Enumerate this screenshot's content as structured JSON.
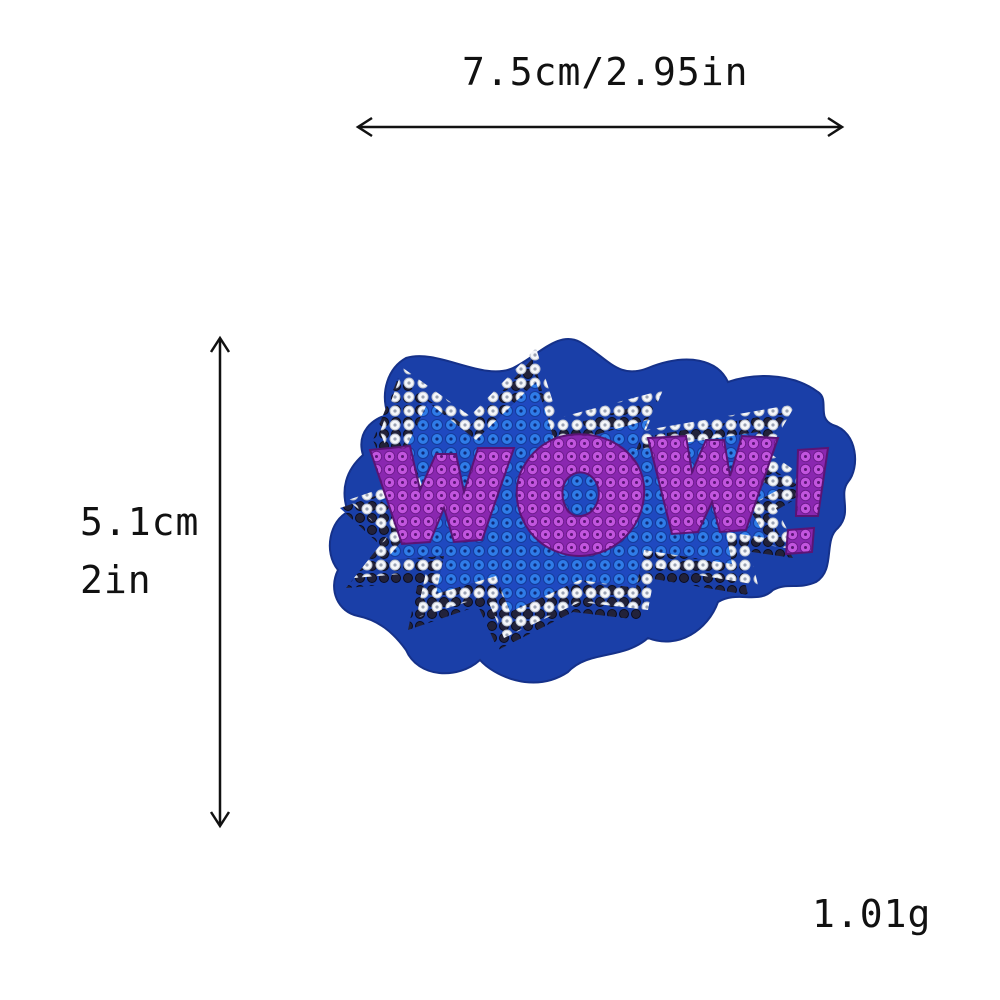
{
  "dimensions": {
    "width_label": "7.5cm/2.95in",
    "height_label_cm": "5.1cm",
    "height_label_in": "2in"
  },
  "weight_label": "1.01g",
  "patch": {
    "text": "WOW!",
    "colors": {
      "felt": "#1a3fa8",
      "outline": "#f4f6fa",
      "sequin_blue": "#2a6ee0",
      "sequin_purple": "#b23fd0",
      "shadow": "#1c1c3a"
    }
  }
}
